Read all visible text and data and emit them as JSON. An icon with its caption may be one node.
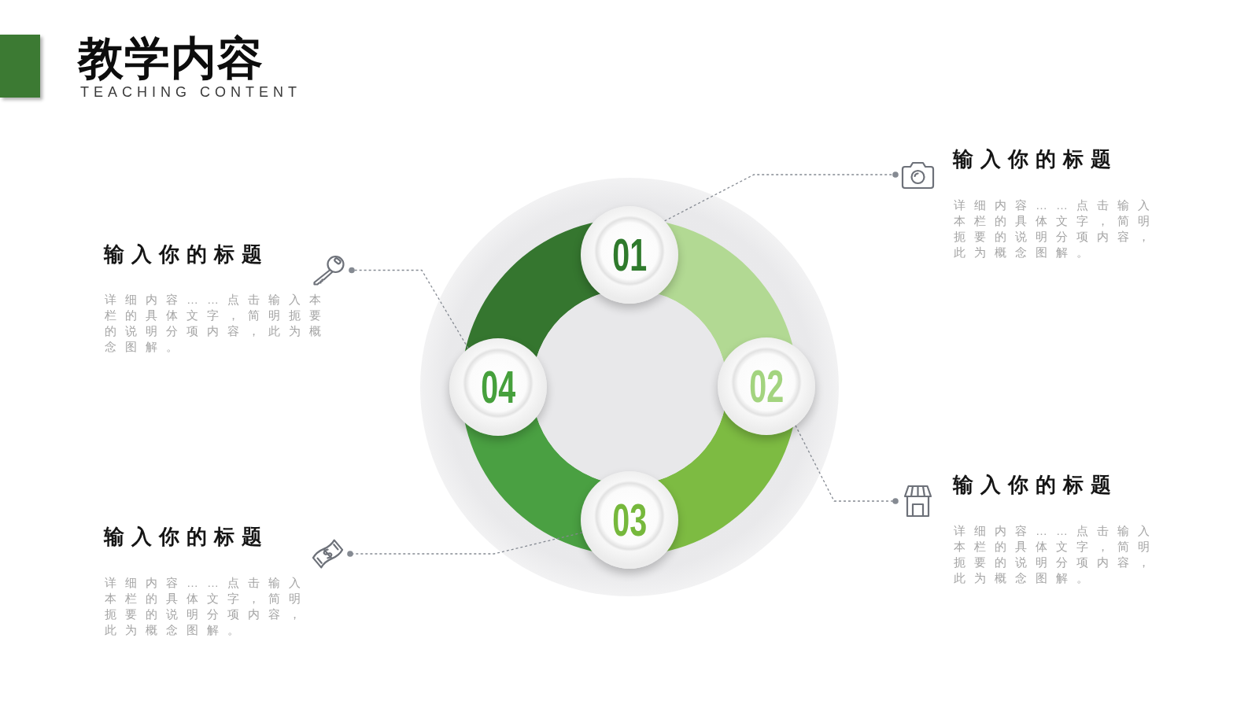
{
  "diagram": {
    "title": "教学内容",
    "nodes": [
      {
        "text": [
          "01"
        ]
      },
      {
        "text": [
          "02"
        ]
      },
      {
        "text": [
          "03"
        ]
      },
      {
        "text": [
          "04"
        ]
      },
      {
        "text": [],
        "shape": "picture",
        "beside": [
          "输入你的标题",
          "详细内容……点击输入本栏的具体文字，简明扼要的说明分项内容，此为概念图解。"
        ]
      },
      {
        "text": [],
        "shape": "picture",
        "beside": [
          "输入你的标题",
          "详细内容……点击输入本栏的具体文字，简明扼要的说明分项内容，此为概念图解。"
        ]
      },
      {
        "text": [],
        "shape": "picture",
        "beside": [
          "输入你的标题",
          "详细内容……点击输入本栏的具体文字，简明扼要的说明分项内容，此为概念图解。"
        ]
      },
      {
        "text": [],
        "shape": "picture",
        "beside": [
          "输入你的标题",
          "详细内容……点击输入本栏的具体文字，简明扼要的说明分项内容，此为概念图解。"
        ]
      }
    ],
    "edges": [
      {
        "from": 0,
        "to": 4,
        "arrow": "other",
        "style": "dashed"
      },
      {
        "from": 1,
        "to": 5,
        "arrow": "other",
        "style": "dashed"
      },
      {
        "from": 2,
        "to": 6,
        "arrow": "other",
        "style": "dashed"
      },
      {
        "from": 3,
        "to": 7,
        "arrow": "other",
        "style": "dashed"
      }
    ],
    "labels": [
      "TEACHING CONTENT"
    ]
  }
}
